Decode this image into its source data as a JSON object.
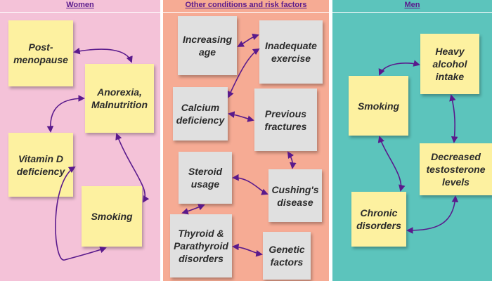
{
  "panels": {
    "women": {
      "title": "Women",
      "color": "#f4c2d8",
      "notes": {
        "postmenopause": "Post-\nmenopause",
        "anorexia": "Anorexia,\nMalnutrition",
        "vitamin_d": "Vitamin D\ndeficiency",
        "smoking": "Smoking"
      }
    },
    "other": {
      "title": "Other conditions and risk factors",
      "color": "#f6ab94",
      "notes": {
        "increasing_age": "Increasing\nage",
        "inadequate_exercise": "Inadequate\nexercise",
        "calcium": "Calcium\ndeficiency",
        "previous_fractures": "Previous\nfractures",
        "steroid": "Steroid\nusage",
        "cushings": "Cushing's\ndisease",
        "thyroid": "Thyroid &\nParathyroid\ndisorders",
        "genetic": "Genetic\nfactors"
      }
    },
    "men": {
      "title": "Men",
      "color": "#5cc4bc",
      "notes": {
        "smoking": "Smoking",
        "alcohol": "Heavy\nalcohol\nintake",
        "testosterone": "Decreased\ntestosterone\nlevels",
        "chronic": "Chronic\ndisorders"
      }
    }
  },
  "colors": {
    "note_yellow": "#fdf1a0",
    "note_grey": "#e0e0e0",
    "arrow": "#5a1a8c",
    "title": "#5a1a8c"
  }
}
